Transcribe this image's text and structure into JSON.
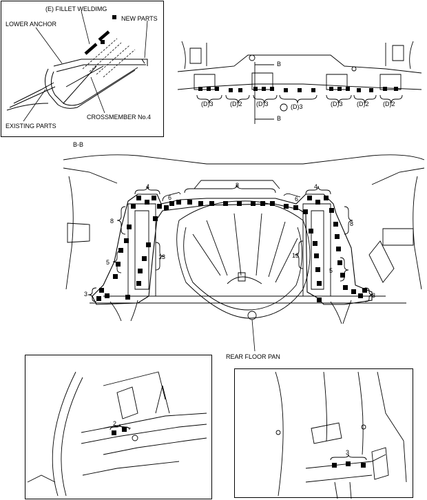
{
  "detail_inset": {
    "labels": {
      "fillet_welding": "(E) FILLET WELDIMG",
      "new_parts": "NEW PARTS",
      "lower_anchor": "LOWER ANCHOR",
      "existing_parts": "EXISTING PARTS",
      "crossmember": "CROSSMEMBER No.4"
    }
  },
  "top_view": {
    "section_marker_top": "B",
    "section_marker_bottom": "B",
    "weld_groups": [
      "(D)3",
      "(D)2",
      "(D)3",
      "(D)3",
      "(D)3",
      "(D)2",
      "(D)2"
    ]
  },
  "section_title": "B-B",
  "main_view": {
    "count_labels": [
      "8",
      "4",
      "4",
      "6",
      "6",
      "8",
      "8",
      "13",
      "13",
      "5",
      "5",
      "3",
      "3"
    ],
    "rear_floor_pan": "REAR FLOOR PAN"
  },
  "bottom_left_inset": {
    "count": "2"
  },
  "bottom_right_inset": {
    "count": "3"
  },
  "colors": {
    "line": "#000000",
    "background": "#ffffff",
    "weld_spot": "#000000"
  }
}
